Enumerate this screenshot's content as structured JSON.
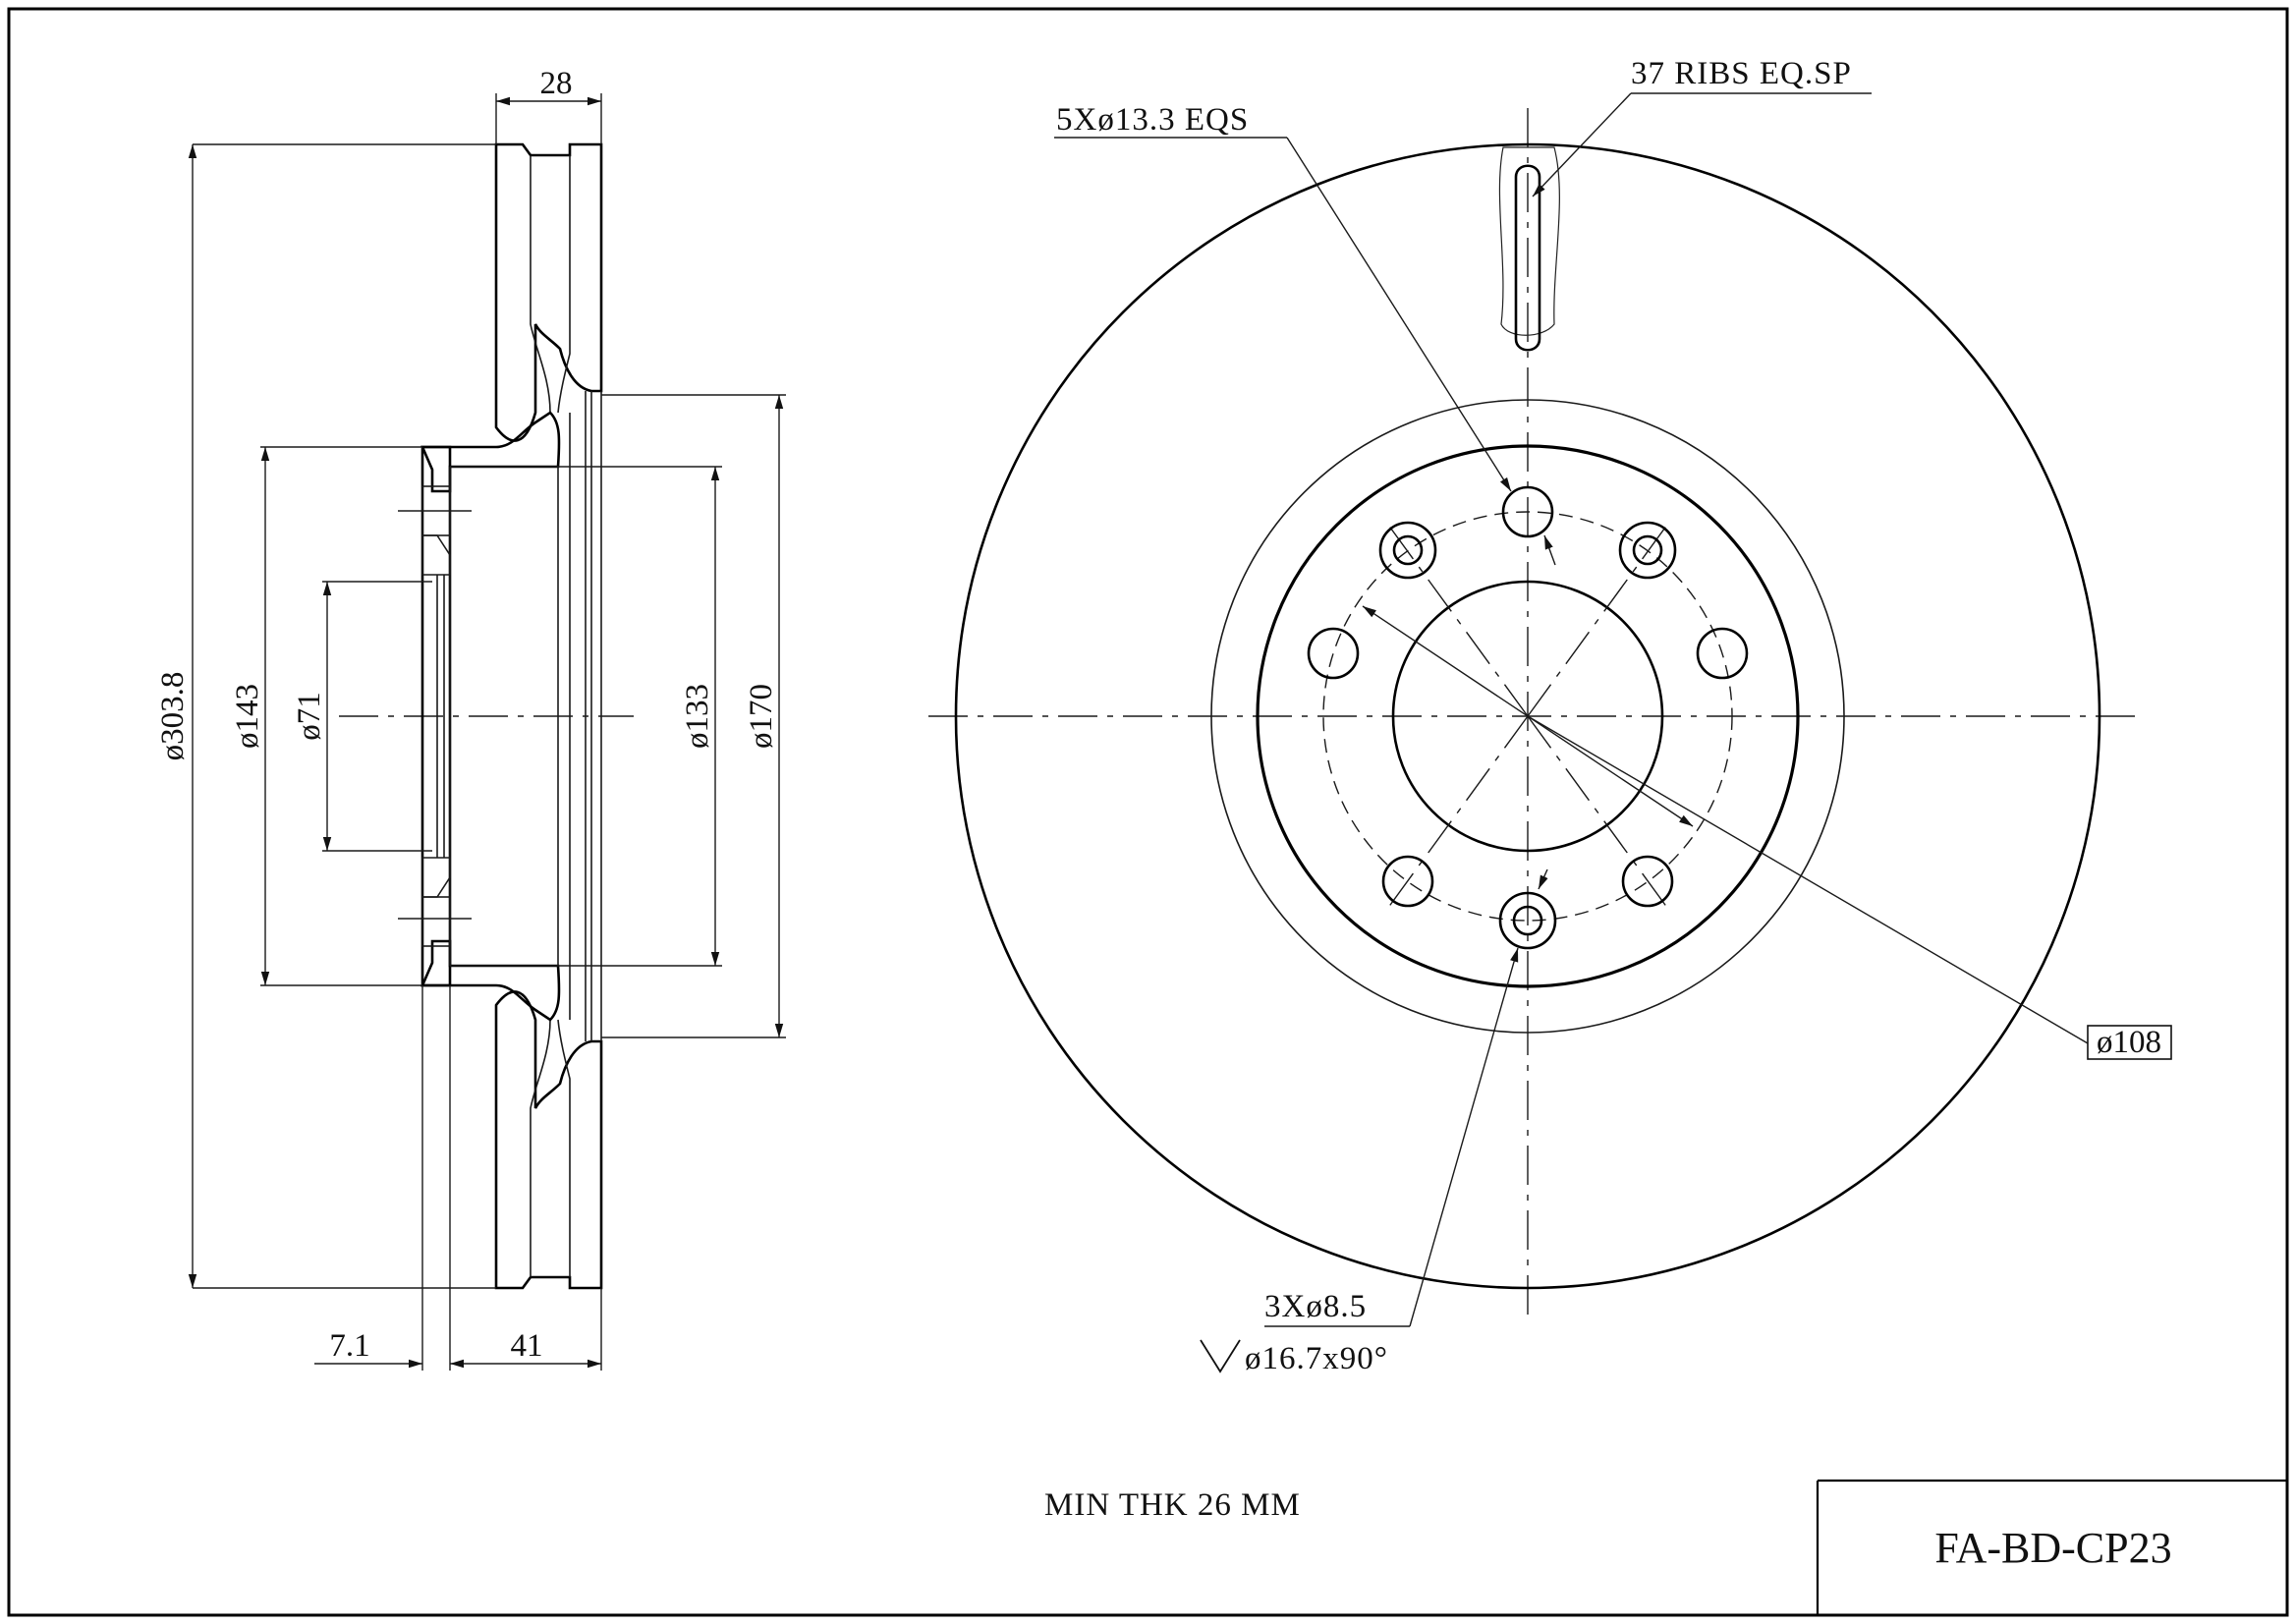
{
  "drawing": {
    "part_number": "FA-BD-CP23",
    "note_min_thickness": "MIN THK 26 MM"
  },
  "side_view": {
    "dim_width": "28",
    "dim_outer_diameter": "ø303.8",
    "dim_dia_143": "ø143",
    "dim_dia_71": "ø71",
    "dim_dia_133": "ø133",
    "dim_dia_170": "ø170",
    "dim_offset": "7.1",
    "dim_height": "41"
  },
  "front_view": {
    "callout_ribs": "37 RIBS EQ.SP",
    "callout_bolt_holes": "5Xø13.3 EQS",
    "callout_pitch_circle": "ø108",
    "callout_small_holes": "3Xø8.5",
    "callout_countersink": "ø16.7x90°"
  }
}
